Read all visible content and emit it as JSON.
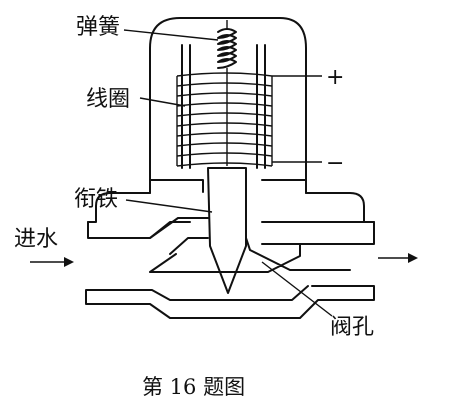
{
  "labels": {
    "spring": "弹簧",
    "coil": "线圈",
    "armature": "衔铁",
    "water_in": "进水",
    "valve_hole": "阀孔",
    "plus": "+",
    "minus": "−"
  },
  "caption": "第 16 题图"
}
